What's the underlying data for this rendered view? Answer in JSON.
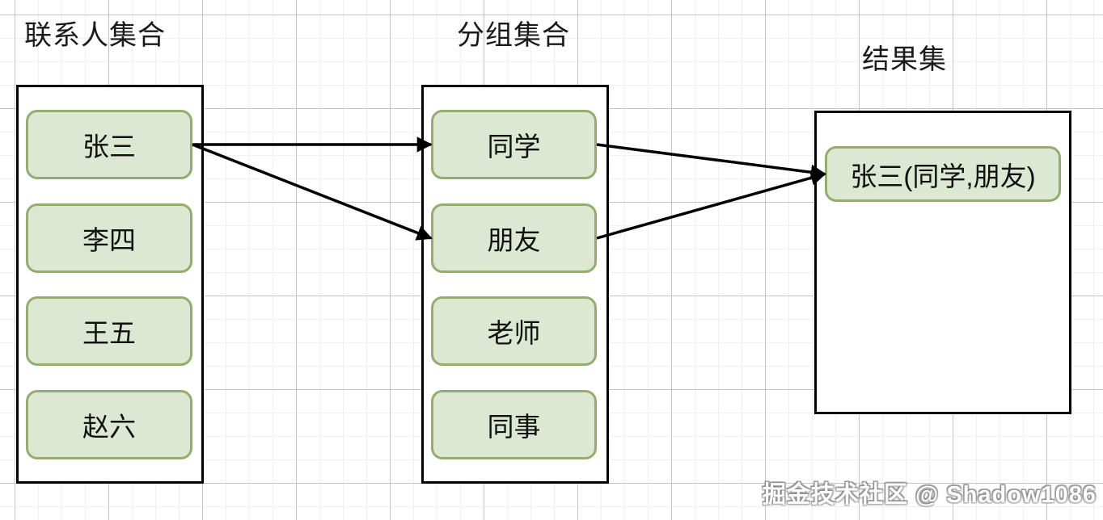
{
  "diagram": {
    "columns": [
      {
        "id": "contacts",
        "title": "联系人集合",
        "items": [
          {
            "id": "zhangsan",
            "label": "张三"
          },
          {
            "id": "lisi",
            "label": "李四"
          },
          {
            "id": "wangwu",
            "label": "王五"
          },
          {
            "id": "zhaoliu",
            "label": "赵六"
          }
        ]
      },
      {
        "id": "groups",
        "title": "分组集合",
        "items": [
          {
            "id": "tongxue",
            "label": "同学"
          },
          {
            "id": "pengyou",
            "label": "朋友"
          },
          {
            "id": "laoshi",
            "label": "老师"
          },
          {
            "id": "tongshi",
            "label": "同事"
          }
        ]
      },
      {
        "id": "results",
        "title": "结果集",
        "items": [
          {
            "id": "result",
            "label": "张三(同学,朋友)"
          }
        ]
      }
    ],
    "edges": [
      {
        "from": "zhangsan",
        "to": "tongxue"
      },
      {
        "from": "zhangsan",
        "to": "pengyou"
      },
      {
        "from": "tongxue",
        "to": "result"
      },
      {
        "from": "pengyou",
        "to": "result"
      }
    ],
    "colors": {
      "node_fill": "#dde8d3",
      "node_border": "#93ad6f",
      "container_border": "#000000",
      "arrow": "#000000"
    }
  },
  "watermark": {
    "text": "掘金技术社区 @ Shadow1086"
  }
}
